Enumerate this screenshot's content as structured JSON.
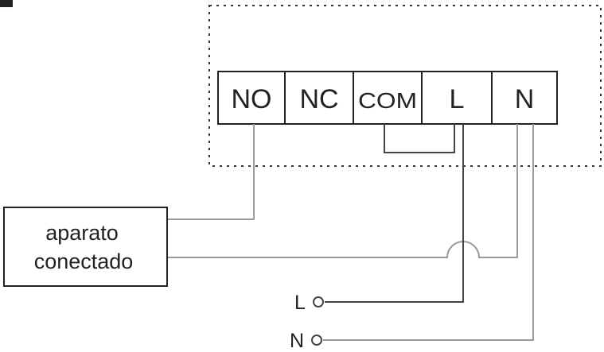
{
  "terminals": {
    "no": "NO",
    "nc": "NC",
    "com": "COM",
    "l": "L",
    "n": "N"
  },
  "device": {
    "line1": "aparato",
    "line2": "conectado"
  },
  "supply": {
    "l": "L",
    "n": "N"
  },
  "colors": {
    "wire_gray": "#9a9a9a",
    "wire_dark": "#444444",
    "outline": "#222222"
  }
}
